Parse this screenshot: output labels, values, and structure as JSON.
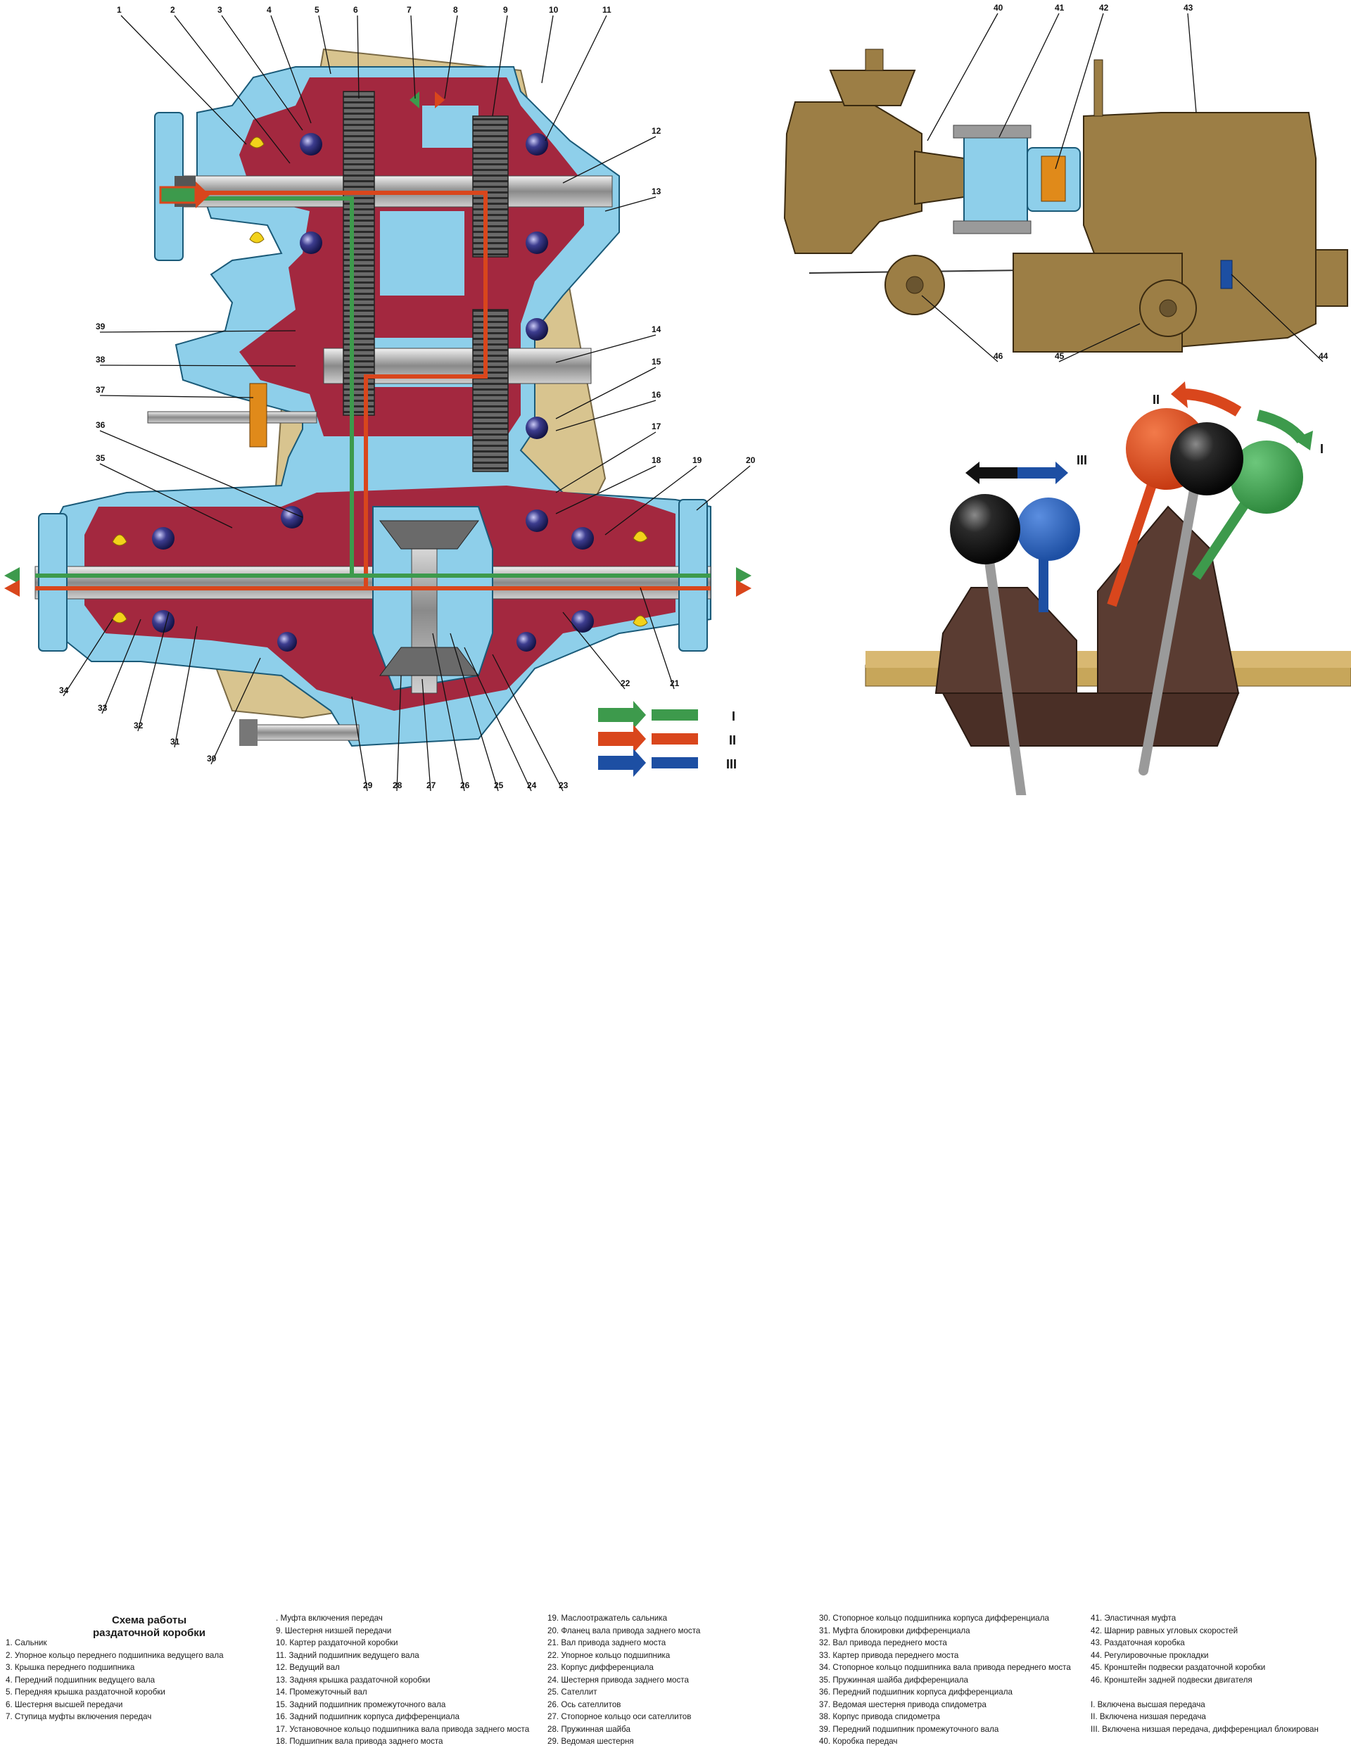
{
  "caption": {
    "title_line1": "Схема работы",
    "title_line2": "раздаточной коробки"
  },
  "callout_numbers": [
    "1",
    "2",
    "3",
    "4",
    "5",
    "6",
    "7",
    "8",
    "9",
    "10",
    "11",
    "12",
    "13",
    "14",
    "15",
    "16",
    "17",
    "18",
    "19",
    "20",
    "21",
    "22",
    "23",
    "24",
    "25",
    "26",
    "27",
    "28",
    "29",
    "30",
    "31",
    "32",
    "33",
    "34",
    "35",
    "36",
    "37",
    "38",
    "39",
    "40",
    "41",
    "42",
    "43",
    "44",
    "45",
    "46"
  ],
  "mode_labels": {
    "I": "I",
    "II": "II",
    "III": "III"
  },
  "legend_columns": [
    [
      "1. Сальник",
      "2. Упорное кольцо переднего подшипника ведущего вала",
      "3. Крышка переднего подшипника",
      "4. Передний подшипник ведущего вала",
      "5. Передняя крышка раздаточной коробки",
      "6. Шестерня высшей передачи",
      "7. Ступица муфты включения передач"
    ],
    [
      ". Муфта включения передач",
      "9. Шестерня низшей передачи",
      "10. Картер раздаточной коробки",
      "11. Задний подшипник ведущего вала",
      "12. Ведущий вал",
      "13. Задняя крышка раздаточной коробки",
      "14. Промежуточный вал",
      "15. Задний подшипник промежуточного вала",
      "16. Задний подшипник корпуса дифференциала",
      "17. Установочное кольцо подшипника вала привода заднего моста",
      "18. Подшипник вала привода заднего моста"
    ],
    [
      "19. Маслоотражатель сальника",
      "20. Фланец вала привода заднего моста",
      "21. Вал привода заднего моста",
      "22. Упорное кольцо подшипника",
      "23. Корпус дифференциала",
      "24. Шестерня привода заднего моста",
      "25. Сателлит",
      "26. Ось сателлитов",
      "27. Стопорное кольцо оси сателлитов",
      "28. Пружинная шайба",
      "29. Ведомая шестерня"
    ],
    [
      "30. Стопорное кольцо подшипника корпуса дифференциала",
      "31. Муфта блокировки дифференциала",
      "32. Вал привода переднего моста",
      "33. Картер привода переднего моста",
      "34. Стопорное кольцо подшипника вала привода переднего моста",
      "35. Пружинная шайба дифференциала",
      "36. Передний подшипник корпуса дифференциала",
      "37. Ведомая шестерня привода спидометра",
      "38. Корпус привода спидометра",
      "39. Передний подшипник промежуточного вала",
      "40. Коробка передач"
    ],
    [
      "41. Эластичная муфта",
      "42. Шарнир равных угловых скоростей",
      "43. Раздаточная коробка",
      "44. Регулировочные прокладки",
      "45. Кронштейн подвески раздаточной коробки",
      "46. Кронштейн задней подвески двигателя",
      "",
      "I.   Включена высшая передача",
      "II.  Включена низшая передача",
      "III. Включена низшая передача, дифференциал блокирован"
    ]
  ],
  "colors": {
    "housing_blue": "#8ecfea",
    "housing_red": "#a3283f",
    "housing_tan": "#d8c48f",
    "steel": "#9a9a9a",
    "mode_I_green": "#3d9a4c",
    "mode_II_red": "#d9461c",
    "mode_III_blue": "#1d4fa3",
    "assembly_olive": "#9c7e45",
    "boot_brown": "#5a3c32"
  }
}
